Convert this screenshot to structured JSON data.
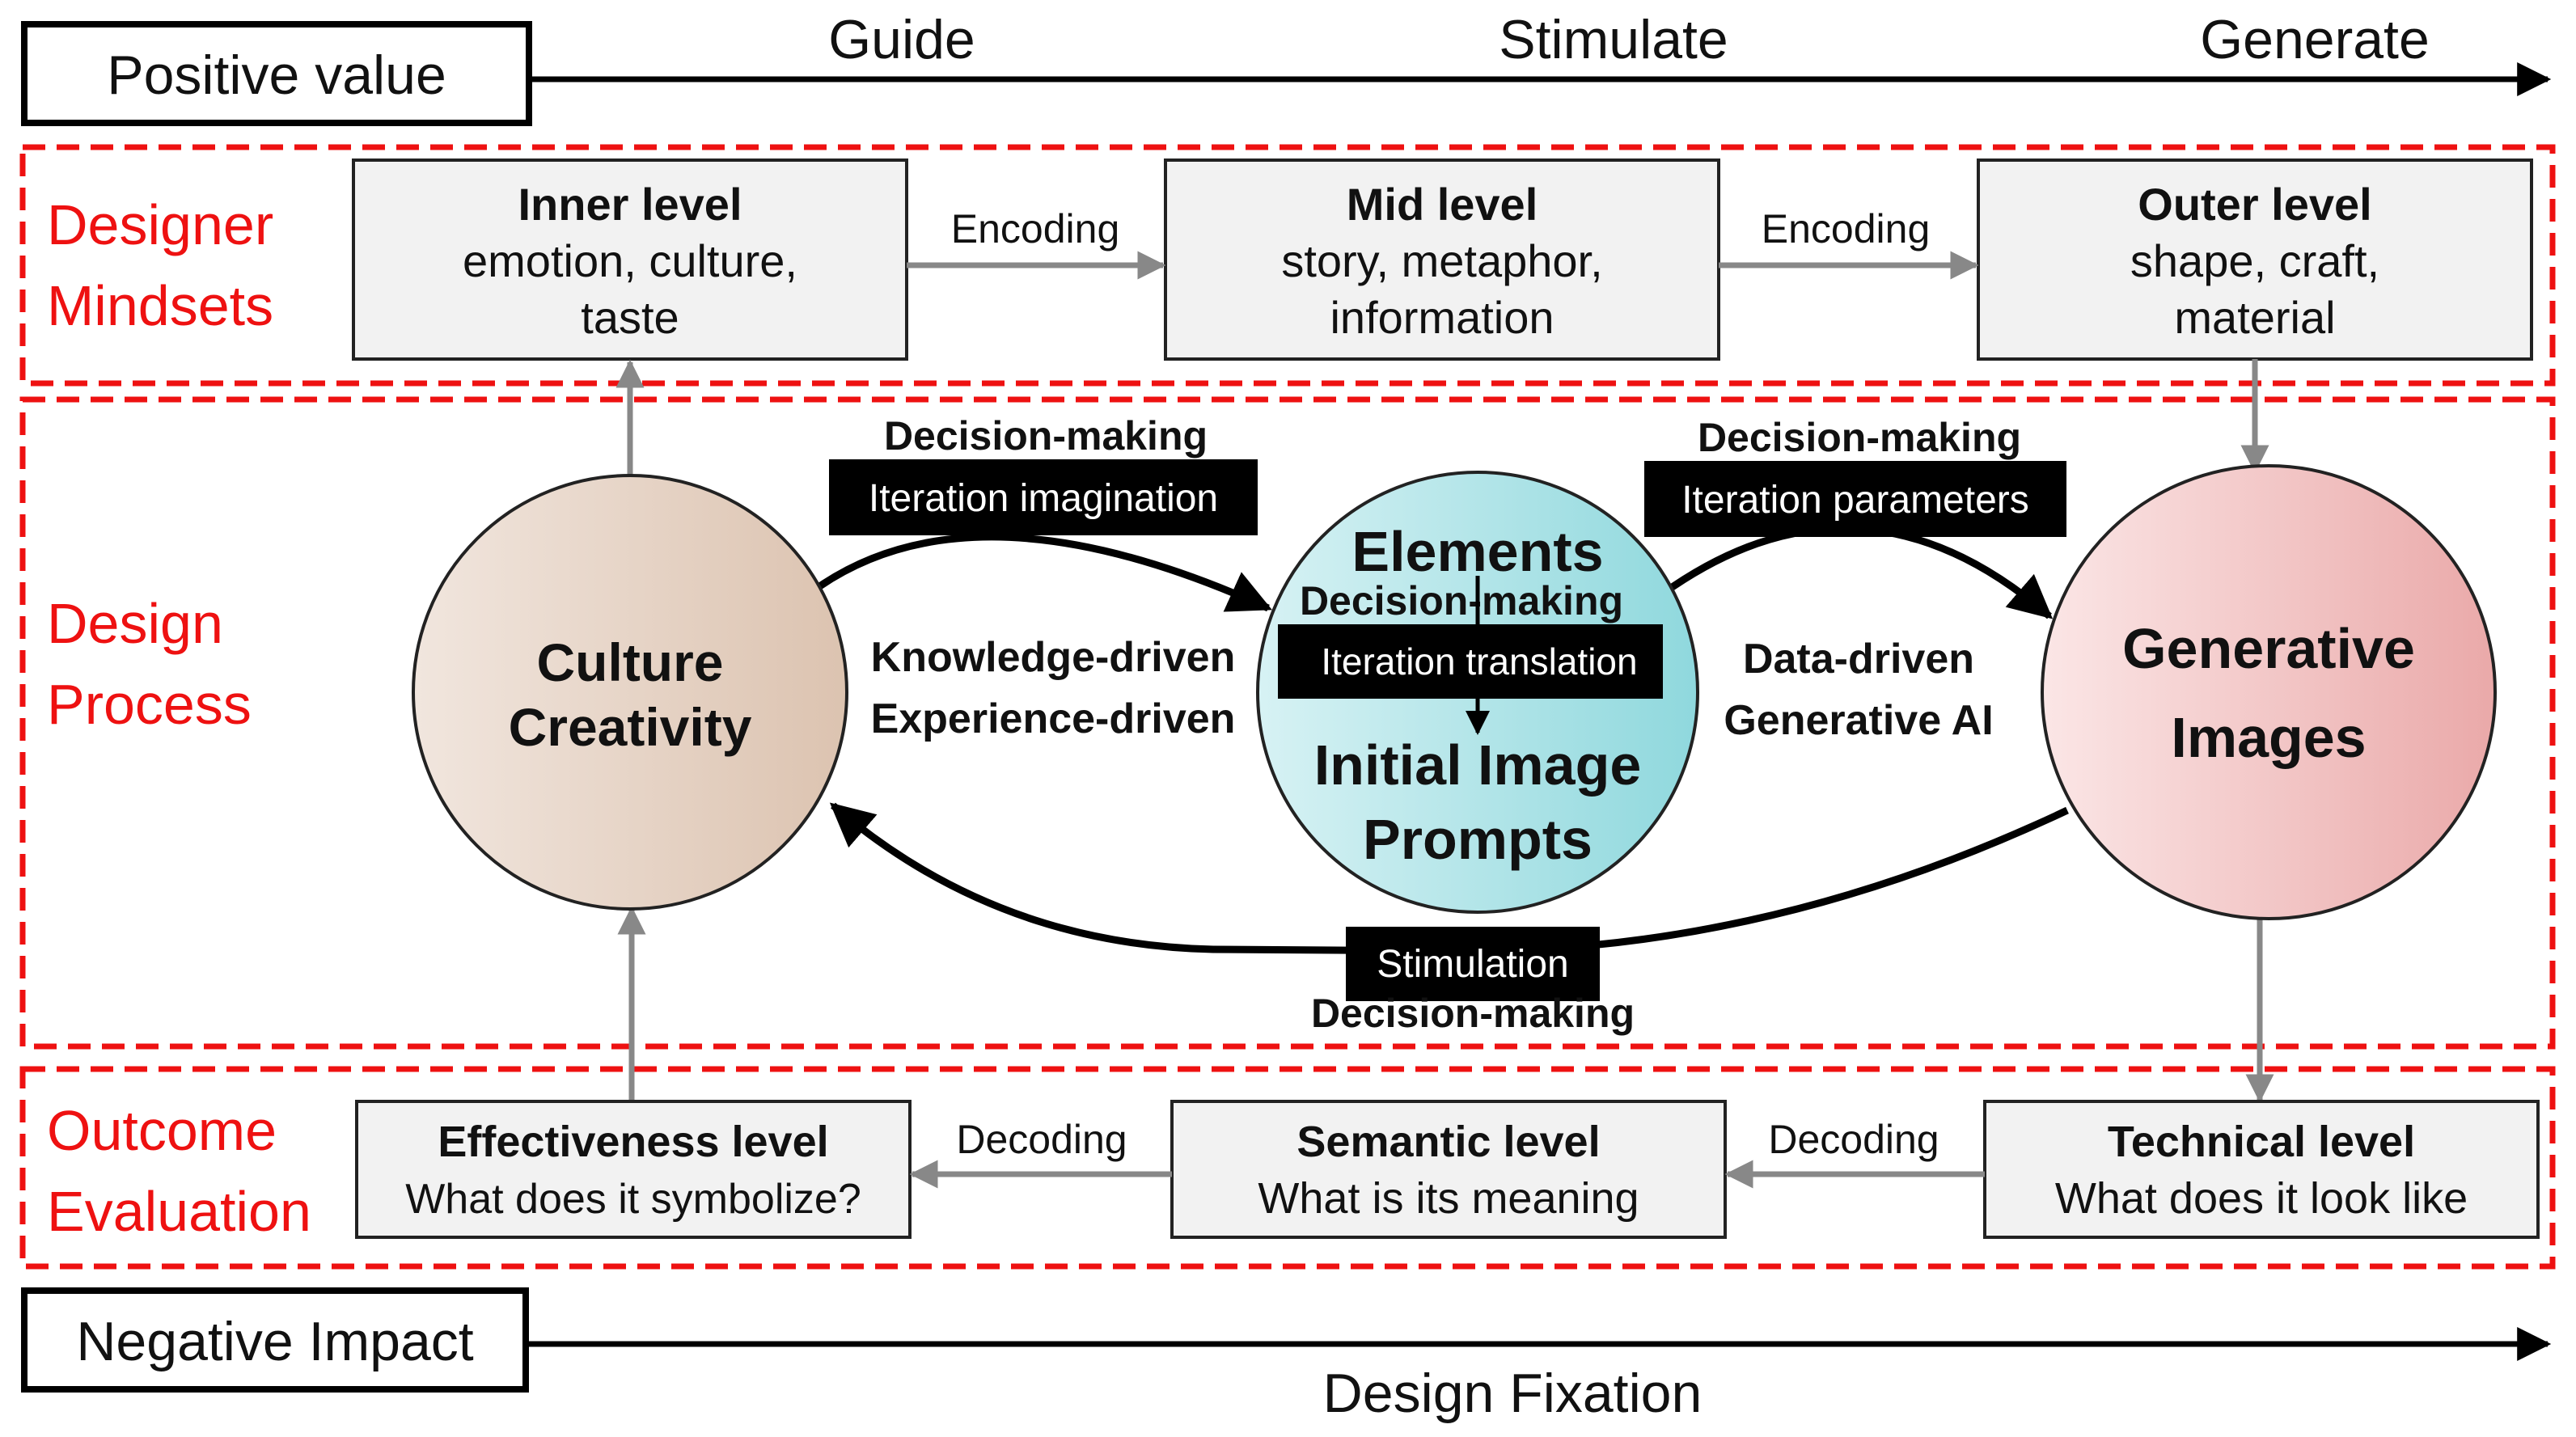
{
  "top_axis": {
    "label": "Positive value",
    "stages": [
      "Guide",
      "Stimulate",
      "Generate"
    ]
  },
  "bottom_axis": {
    "label": "Negative Impact",
    "caption": "Design Fixation"
  },
  "sections": {
    "mindsets": [
      "Designer",
      "Mindsets"
    ],
    "process": [
      "Design",
      "Process"
    ],
    "evaluation": [
      "Outcome",
      "Evaluation"
    ]
  },
  "mindset_levels": [
    {
      "title": "Inner level",
      "lines": [
        "emotion, culture,",
        "taste"
      ]
    },
    {
      "title": "Mid level",
      "lines": [
        "story, metaphor,",
        "information"
      ]
    },
    {
      "title": "Outer level",
      "lines": [
        "shape, craft,",
        "material"
      ]
    }
  ],
  "encoding_labels": [
    "Encoding",
    "Encoding"
  ],
  "evaluation_levels": [
    {
      "title": "Effectiveness level",
      "line": "What does it symbolize?"
    },
    {
      "title": "Semantic level",
      "line": "What is its meaning"
    },
    {
      "title": "Technical level",
      "line": "What does it look like"
    }
  ],
  "decoding_labels": [
    "Decoding",
    "Decoding"
  ],
  "circles": {
    "culture": [
      "Culture",
      "Creativity"
    ],
    "elements_title": "Elements",
    "elements_decision": "Decision-making",
    "elements_tag": "Iteration translation",
    "prompts": [
      "Initial Image",
      "Prompts"
    ],
    "generative": [
      "Generative",
      "Images"
    ]
  },
  "process_labels": {
    "left_decision": "Decision-making",
    "left_tag": "Iteration imagination",
    "right_decision": "Decision-making",
    "right_tag": "Iteration parameters",
    "knowledge": "Knowledge-driven",
    "experience": "Experience-driven",
    "data": "Data-driven",
    "genai": "Generative AI",
    "stimulation_tag": "Stimulation",
    "bottom_decision": "Decision-making"
  },
  "colors": {
    "accent_red": "#ee1111",
    "box_fill": "#f2f2f2",
    "culture_circle": "#e6d3c5",
    "elements_circle": "#a9e2e6",
    "generative_circle": "#f1bcbc"
  }
}
